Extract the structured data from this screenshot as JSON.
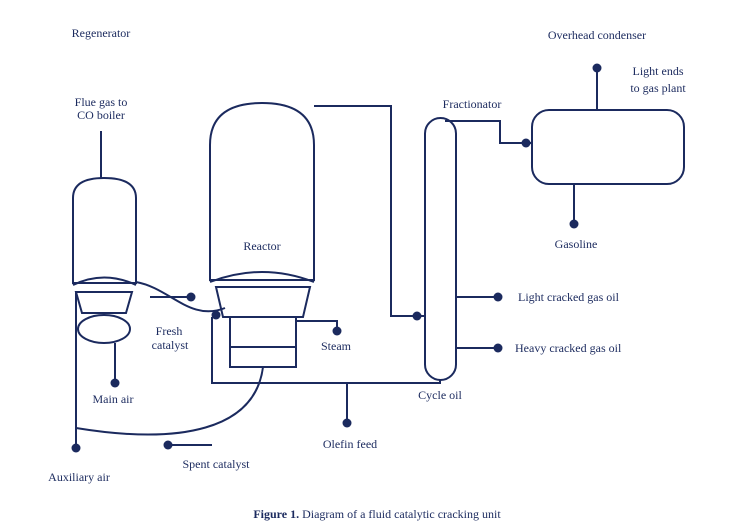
{
  "colors": {
    "stroke": "#1b2a5e",
    "background": "#ffffff"
  },
  "labels": {
    "regenerator": "Regenerator",
    "overhead_condenser": "Overhead condenser",
    "light_ends_line1": "Light ends",
    "light_ends_line2": "to gas plant",
    "flue_gas_line1": "Flue gas to",
    "flue_gas_line2": "CO boiler",
    "fractionator": "Fractionator",
    "reactor": "Reactor",
    "gasoline": "Gasoline",
    "light_cracked_gas_oil": "Light cracked gas oil",
    "heavy_cracked_gas_oil": "Heavy cracked gas oil",
    "fresh_catalyst_line1": "Fresh",
    "fresh_catalyst_line2": "catalyst",
    "steam": "Steam",
    "main_air": "Main air",
    "cycle_oil": "Cycle oil",
    "olefin_feed": "Olefin feed",
    "spent_catalyst": "Spent catalyst",
    "auxiliary_air": "Auxiliary air"
  },
  "caption": {
    "figure_label": "Figure 1.",
    "text": " Diagram of a fluid catalytic cracking unit"
  }
}
